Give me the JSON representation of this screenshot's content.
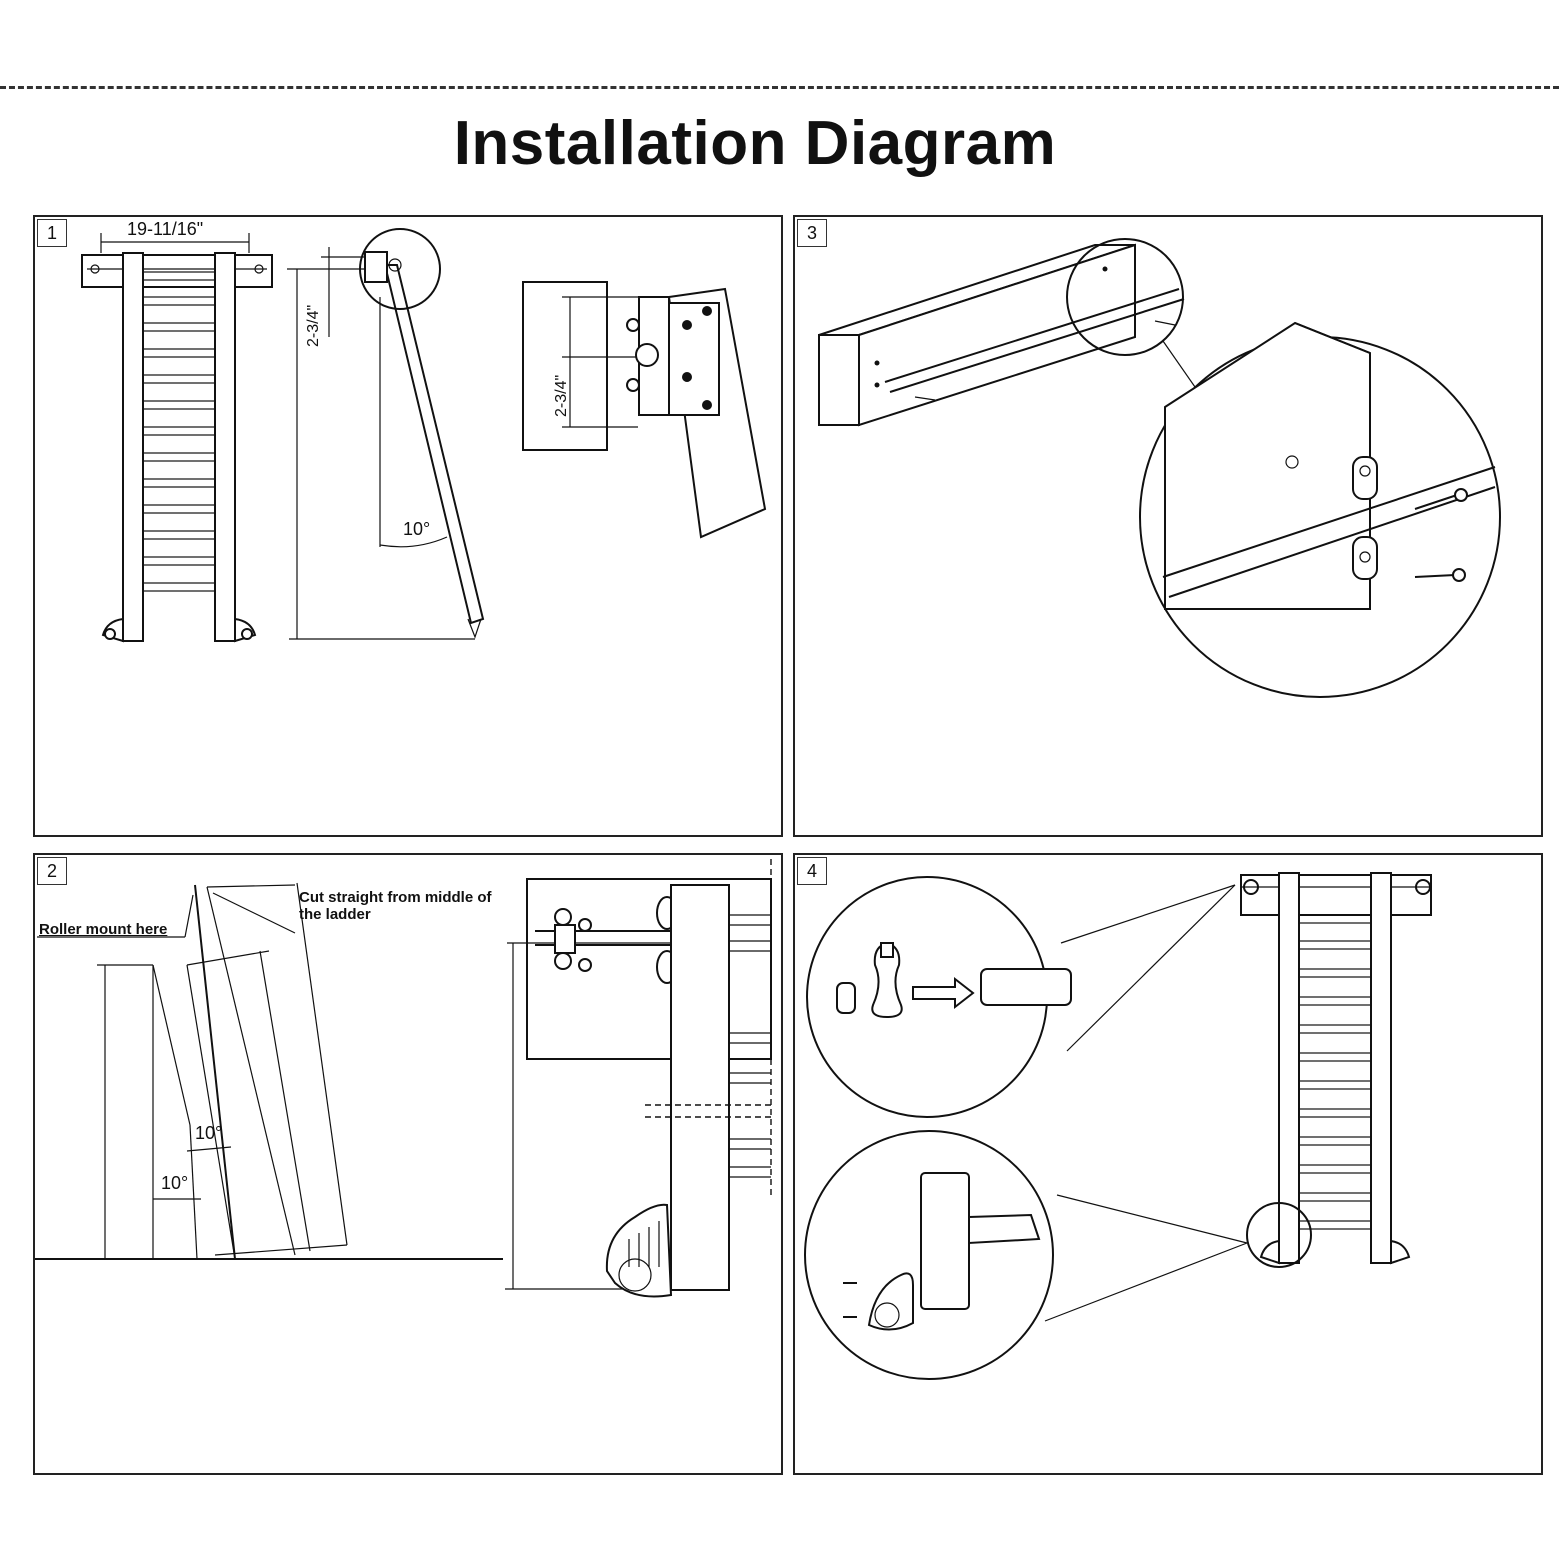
{
  "title": "Installation Diagram",
  "panels": {
    "p1": {
      "number": "1",
      "width_dim": "19-11/16\"",
      "detail_dim_a": "2-3/4\"",
      "detail_dim_b": "2-3/4\"",
      "angle": "10°"
    },
    "p2": {
      "number": "2",
      "roller_label": "Roller mount here",
      "cut_label": "Cut straight from middle of\nthe ladder",
      "angle_a": "10°",
      "angle_b": "10°"
    },
    "p3": {
      "number": "3"
    },
    "p4": {
      "number": "4"
    }
  }
}
